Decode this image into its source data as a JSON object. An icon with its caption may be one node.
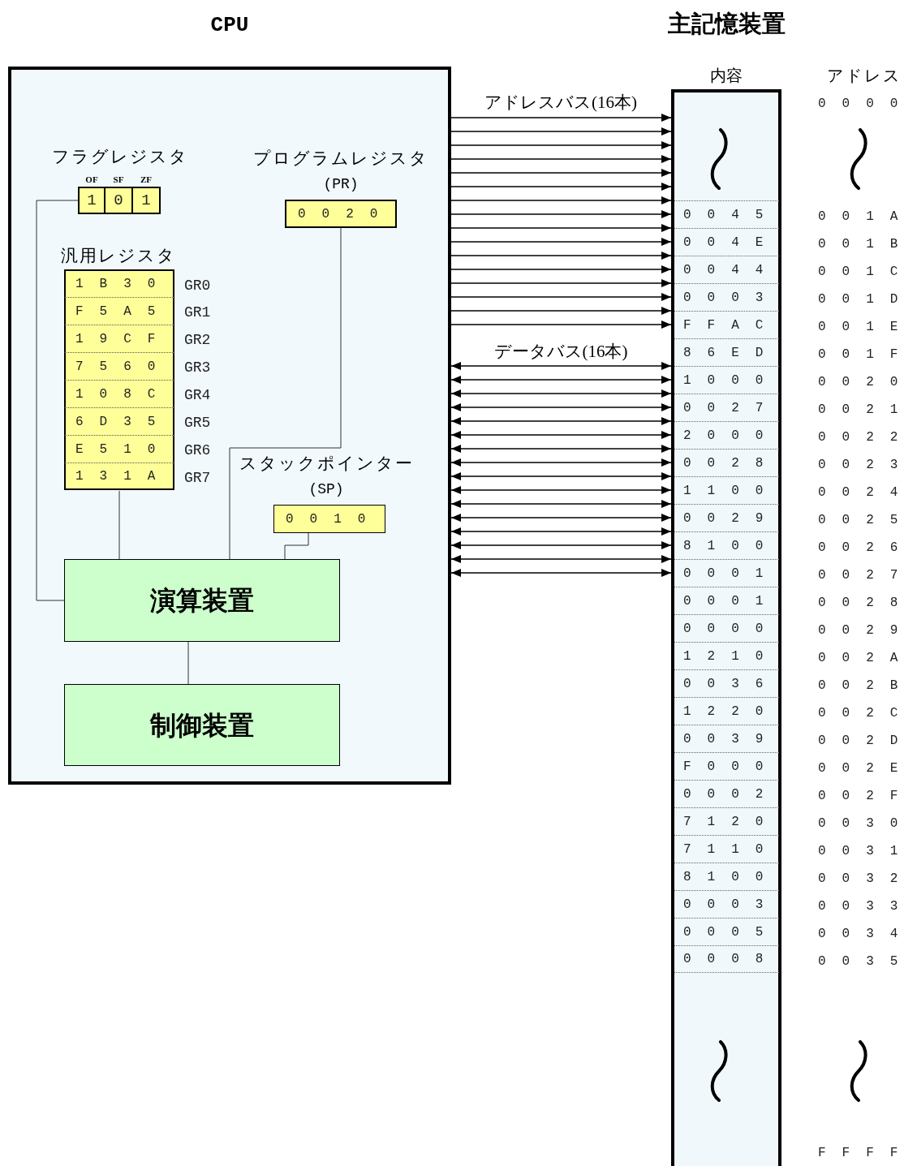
{
  "diagram": {
    "nodes": [
      {
        "text": [
          "CPU"
        ]
      },
      {
        "text": [
          "フラグレジスタ"
        ],
        "in": 0
      },
      {
        "text": [
          "1"
        ],
        "beside": [
          "OF"
        ],
        "in": 1
      },
      {
        "text": [
          "0"
        ],
        "beside": [
          "SF"
        ],
        "in": 1
      },
      {
        "text": [
          "1"
        ],
        "beside": [
          "ZF"
        ],
        "in": 1
      },
      {
        "text": [
          "プログラムレジスタ",
          "(PR)",
          "0020"
        ],
        "in": 0
      },
      {
        "text": [
          "汎用レジスタ"
        ],
        "in": 0
      },
      {
        "text": [
          "1B30"
        ],
        "beside": [
          "GR0"
        ],
        "in": 6
      },
      {
        "text": [
          "F5A5"
        ],
        "beside": [
          "GR1"
        ],
        "in": 6
      },
      {
        "text": [
          "19CF"
        ],
        "beside": [
          "GR2"
        ],
        "in": 6
      },
      {
        "text": [
          "7560"
        ],
        "beside": [
          "GR3"
        ],
        "in": 6
      },
      {
        "text": [
          "108C"
        ],
        "beside": [
          "GR4"
        ],
        "in": 6
      },
      {
        "text": [
          "6D35"
        ],
        "beside": [
          "GR5"
        ],
        "in": 6
      },
      {
        "text": [
          "E510"
        ],
        "beside": [
          "GR6"
        ],
        "in": 6
      },
      {
        "text": [
          "131A"
        ],
        "beside": [
          "GR7"
        ],
        "in": 6
      },
      {
        "text": [
          "スタックポインター",
          "(SP)",
          "0010"
        ],
        "in": 0
      },
      {
        "text": [
          "演算装置"
        ],
        "in": 0
      },
      {
        "text": [
          "制御装置"
        ],
        "in": 0
      },
      {
        "text": [
          "主記憶装置",
          "内容"
        ]
      },
      {
        "text": [
          "0045"
        ],
        "beside": [
          "001A"
        ],
        "in": 18
      },
      {
        "text": [
          "004E"
        ],
        "beside": [
          "001B"
        ],
        "in": 18
      },
      {
        "text": [
          "0044"
        ],
        "beside": [
          "001C"
        ],
        "in": 18
      },
      {
        "text": [
          "0003"
        ],
        "beside": [
          "001D"
        ],
        "in": 18
      },
      {
        "text": [
          "FFAC"
        ],
        "beside": [
          "001E"
        ],
        "in": 18
      },
      {
        "text": [
          "86ED"
        ],
        "beside": [
          "001F"
        ],
        "in": 18
      },
      {
        "text": [
          "1000"
        ],
        "beside": [
          "0020"
        ],
        "in": 18
      },
      {
        "text": [
          "0027"
        ],
        "beside": [
          "0021"
        ],
        "in": 18
      },
      {
        "text": [
          "2000"
        ],
        "beside": [
          "0022"
        ],
        "in": 18
      },
      {
        "text": [
          "0028"
        ],
        "beside": [
          "0023"
        ],
        "in": 18
      },
      {
        "text": [
          "1100"
        ],
        "beside": [
          "0024"
        ],
        "in": 18
      },
      {
        "text": [
          "0029"
        ],
        "beside": [
          "0025"
        ],
        "in": 18
      },
      {
        "text": [
          "8100"
        ],
        "beside": [
          "0026"
        ],
        "in": 18
      },
      {
        "text": [
          "0001"
        ],
        "beside": [
          "0027"
        ],
        "in": 18
      },
      {
        "text": [
          "0001"
        ],
        "beside": [
          "0028"
        ],
        "in": 18
      },
      {
        "text": [
          "0000"
        ],
        "beside": [
          "0029"
        ],
        "in": 18
      },
      {
        "text": [
          "1210"
        ],
        "beside": [
          "002A"
        ],
        "in": 18
      },
      {
        "text": [
          "0036"
        ],
        "beside": [
          "002B"
        ],
        "in": 18
      },
      {
        "text": [
          "1220"
        ],
        "beside": [
          "002C"
        ],
        "in": 18
      },
      {
        "text": [
          "0039"
        ],
        "beside": [
          "002D"
        ],
        "in": 18
      },
      {
        "text": [
          "F000"
        ],
        "beside": [
          "002E"
        ],
        "in": 18
      },
      {
        "text": [
          "0002"
        ],
        "beside": [
          "002F"
        ],
        "in": 18
      },
      {
        "text": [
          "7120"
        ],
        "beside": [
          "0030"
        ],
        "in": 18
      },
      {
        "text": [
          "7110"
        ],
        "beside": [
          "0031"
        ],
        "in": 18
      },
      {
        "text": [
          "8100"
        ],
        "beside": [
          "0032"
        ],
        "in": 18
      },
      {
        "text": [
          "0003"
        ],
        "beside": [
          "0033"
        ],
        "in": 18
      },
      {
        "text": [
          "0005"
        ],
        "beside": [
          "0034"
        ],
        "in": 18
      },
      {
        "text": [
          "0008"
        ],
        "beside": [
          "0035"
        ],
        "in": 18
      }
    ],
    "edges": [
      {
        "from": 2,
        "to": 16,
        "arrow": "none"
      },
      {
        "from": 6,
        "to": 16,
        "arrow": "none"
      },
      {
        "from": 5,
        "to": 16,
        "arrow": "none"
      },
      {
        "from": 15,
        "to": 16,
        "arrow": "none"
      },
      {
        "from": 16,
        "to": 17,
        "arrow": "none"
      },
      {
        "from": 0,
        "to": 18,
        "arrow": "to"
      },
      {
        "from": 0,
        "to": 18,
        "arrow": "to"
      },
      {
        "from": 0,
        "to": 18,
        "arrow": "to"
      },
      {
        "from": 0,
        "to": 18,
        "arrow": "to"
      },
      {
        "from": 0,
        "to": 18,
        "arrow": "to"
      },
      {
        "from": 0,
        "to": 18,
        "arrow": "to"
      },
      {
        "from": 0,
        "to": 18,
        "arrow": "to"
      },
      {
        "from": 0,
        "to": 18,
        "arrow": "to"
      },
      {
        "from": 0,
        "to": 18,
        "arrow": "to"
      },
      {
        "from": 0,
        "to": 18,
        "arrow": "to"
      },
      {
        "from": 0,
        "to": 18,
        "arrow": "to"
      },
      {
        "from": 0,
        "to": 18,
        "arrow": "to"
      },
      {
        "from": 0,
        "to": 18,
        "arrow": "to"
      },
      {
        "from": 0,
        "to": 18,
        "arrow": "to"
      },
      {
        "from": 0,
        "to": 18,
        "arrow": "to"
      },
      {
        "from": 0,
        "to": 18,
        "arrow": "to"
      },
      {
        "from": 0,
        "to": 18,
        "arrow": "both"
      },
      {
        "from": 0,
        "to": 18,
        "arrow": "both"
      },
      {
        "from": 0,
        "to": 18,
        "arrow": "both"
      },
      {
        "from": 0,
        "to": 18,
        "arrow": "both"
      },
      {
        "from": 0,
        "to": 18,
        "arrow": "both"
      },
      {
        "from": 0,
        "to": 18,
        "arrow": "both"
      },
      {
        "from": 0,
        "to": 18,
        "arrow": "both"
      },
      {
        "from": 0,
        "to": 18,
        "arrow": "both"
      },
      {
        "from": 0,
        "to": 18,
        "arrow": "both"
      },
      {
        "from": 0,
        "to": 18,
        "arrow": "both"
      },
      {
        "from": 0,
        "to": 18,
        "arrow": "both"
      },
      {
        "from": 0,
        "to": 18,
        "arrow": "both"
      },
      {
        "from": 0,
        "to": 18,
        "arrow": "both"
      },
      {
        "from": 0,
        "to": 18,
        "arrow": "both"
      },
      {
        "from": 0,
        "to": 18,
        "arrow": "both"
      },
      {
        "from": 0,
        "to": 18,
        "arrow": "both"
      }
    ],
    "labels": [
      "アドレスバス(16本)",
      "データバス(16本)",
      "アドレス",
      "0000",
      "FFFF"
    ]
  }
}
